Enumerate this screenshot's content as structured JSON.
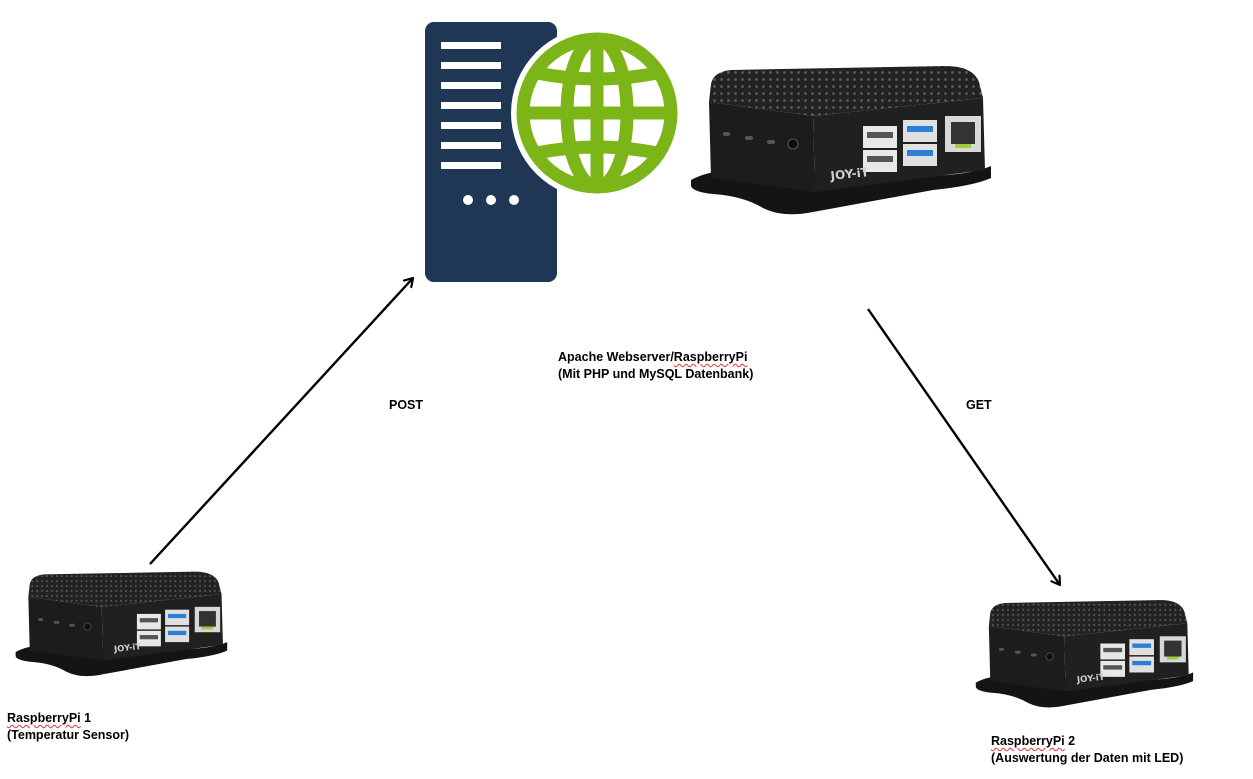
{
  "nodes": {
    "server": {
      "label_line1_prefix": "Apache Webserver/",
      "label_line1_name": "RaspberryPi",
      "label_line2": "(Mit PHP und MySQL Datenbank)"
    },
    "pi1": {
      "label_line1_name": "RaspberryPi",
      "label_line1_suffix": " 1",
      "label_line2": "(Temperatur Sensor)"
    },
    "pi2": {
      "label_line1_name": "RaspberryPi",
      "label_line1_suffix": " 2",
      "label_line2": "(Auswertung der Daten mit LED)"
    }
  },
  "edges": {
    "post": {
      "label": "POST"
    },
    "get": {
      "label": "GET"
    }
  },
  "device_brand": "JOY-iT",
  "colors": {
    "server_body": "#1f3754",
    "globe": "#7cb518",
    "case": "#1b1b1b",
    "usb3": "#2b7fd6"
  },
  "icons": {
    "server": "server-icon",
    "globe": "globe-icon",
    "device": "raspberry-pi-case-icon"
  }
}
